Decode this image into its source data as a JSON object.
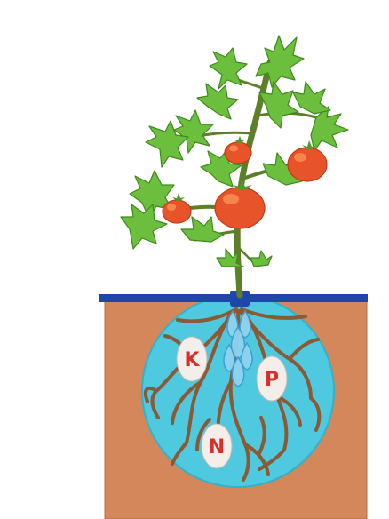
{
  "colors": {
    "soil": "#D4875A",
    "soil_edge": "#B86B3F",
    "root_zone": "#4FC9E0",
    "root_zone_edge": "#2FB2CC",
    "roots": "#8A5A34",
    "surface_bar": "#1E47A8",
    "stem": "#5E7F2A",
    "leaf": "#6BBF3C",
    "leaf_edge": "#3F8A1E",
    "tomato": "#E8542A",
    "tomato_highlight": "#FF9A5A",
    "nutrient_oval": "#F4EEEA",
    "nutrient_text": "#D6302A",
    "water_drop": "#8FD3EF",
    "water_drop_edge": "#3E9CD0"
  },
  "nutrients": [
    {
      "id": "potassium",
      "label": "K"
    },
    {
      "id": "phosphorus",
      "label": "P"
    },
    {
      "id": "nitrogen",
      "label": "N"
    }
  ],
  "icons": [
    "tomato-plant-icon",
    "tomato-icon",
    "water-drip-icon",
    "root-system-icon"
  ]
}
